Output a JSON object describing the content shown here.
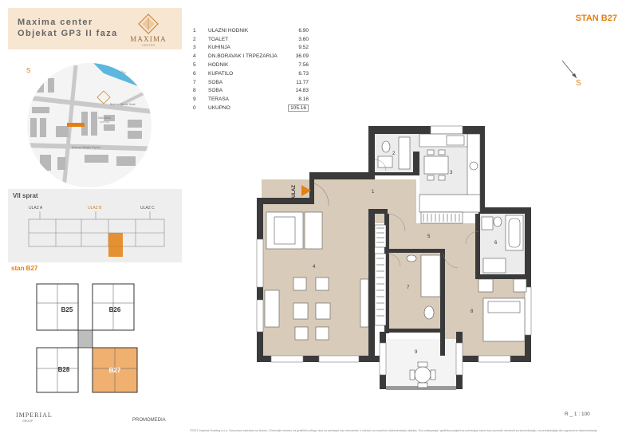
{
  "header": {
    "line1": "Maxima center",
    "line2": "Objekat GP3 II faza",
    "logo_word": "MAXIMA",
    "logo_sub": "CENTER"
  },
  "site_map": {
    "compass_label": "S",
    "street_1": "Ulica",
    "street_2": "Bulevar Nikole Tesle",
    "street_3": "Bulevar Mihajla Pupina",
    "brand_word": "MAXIMA",
    "brand_sub": "CENTER"
  },
  "floor_key": {
    "label": "VII sprat",
    "entrances": [
      "ULAZ A",
      "ULAZ B",
      "ULAZ C"
    ],
    "active_entrance": "ULAZ B"
  },
  "apartment_label_small": "stan B27",
  "apartment_map": {
    "units": [
      "B25",
      "B26",
      "B28",
      "B27"
    ],
    "highlighted": "B27"
  },
  "footer_left": {
    "brand": "IMPERIAL",
    "brand_sub": "GROUP",
    "partner": "PROMOMEDIA"
  },
  "rooms": [
    {
      "no": "1",
      "name": "ULAZNI HODNIK",
      "area": "6.90"
    },
    {
      "no": "2",
      "name": "TOALET",
      "area": "3.60"
    },
    {
      "no": "3",
      "name": "KUHINJA",
      "area": "9.52"
    },
    {
      "no": "4",
      "name": "DN.BORAVAK I TRPEZARIJA",
      "area": "36.09"
    },
    {
      "no": "5",
      "name": "HODNIK",
      "area": "7.56"
    },
    {
      "no": "6",
      "name": "KUPATILO",
      "area": "6.73"
    },
    {
      "no": "7",
      "name": "SOBA",
      "area": "11.77"
    },
    {
      "no": "8",
      "name": "SOBA",
      "area": "14.83"
    },
    {
      "no": "9",
      "name": "TERASA",
      "area": "8.16"
    },
    {
      "no": "0",
      "name": "UKUPNO",
      "area": "105.16"
    }
  ],
  "apartment_title": "STAN B27",
  "compass": {
    "label": "S"
  },
  "plan": {
    "entrance_label": "ULAZ",
    "room_numbers": [
      "1",
      "2",
      "3",
      "4",
      "5",
      "6",
      "7",
      "8",
      "9"
    ]
  },
  "scale": "R _ 1 : 100",
  "footer_note": "©2012 Imperial Grading d.o.o. Sva prava zadržana su Autoru. Dimenzije mereno na grafičkih prilogu nisu za uzimanje kao relevantne u odnosu na zvaničnu dokumentaciju objekta. Sva odstupanja i grafička pregled se primenjuju samo kao pomoćni elementi za komunikaciju, ne predstavljaju deo ugovorene dokumentacije.",
  "colors": {
    "accent": "#e47f13",
    "living_floor": "#d9cbb9",
    "wet_floor": "#ececec",
    "header_bg": "#f7e6d2",
    "wall": "#3a3a3a"
  }
}
